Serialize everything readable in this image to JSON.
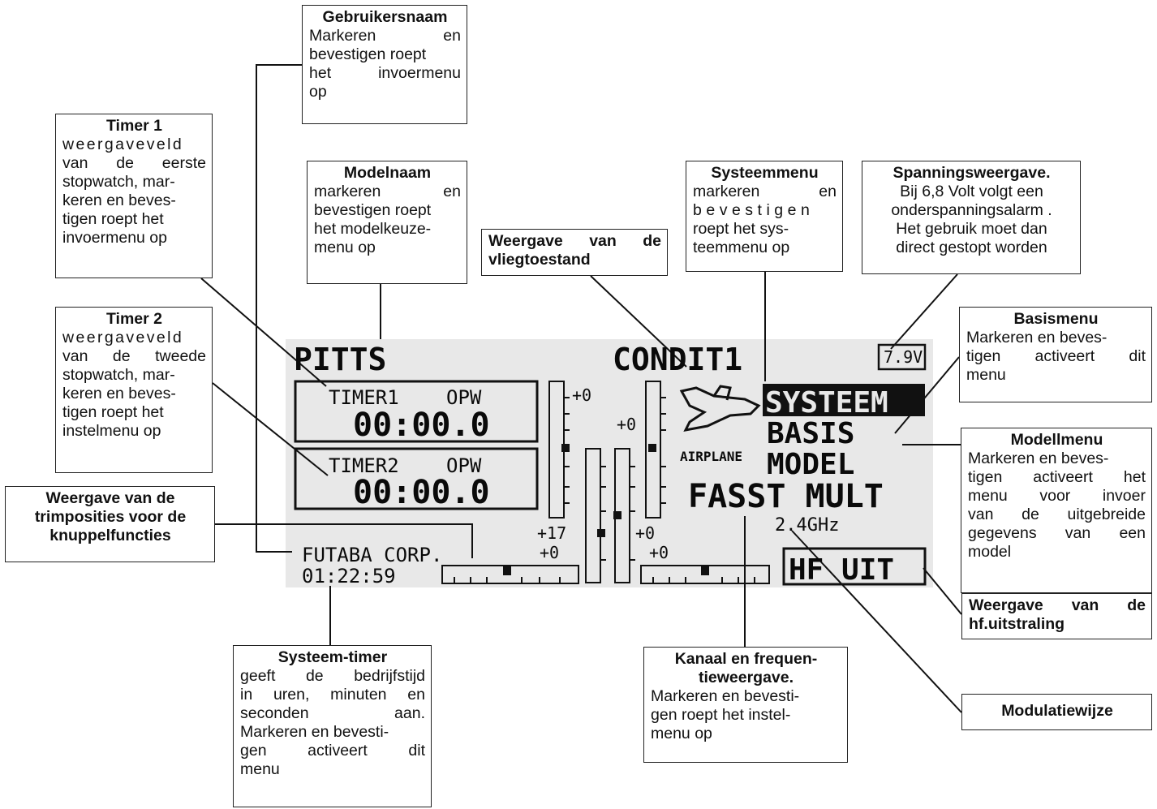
{
  "lcd": {
    "model_name": "PITTS",
    "condition": "CONDIT1",
    "voltage": "7.9V",
    "timer1_label": "TIMER1",
    "timer1_mode": "OPW",
    "timer1_value": "00:00.0",
    "timer2_label": "TIMER2",
    "timer2_mode": "OPW",
    "timer2_value": "00:00.0",
    "user_name": "FUTABA CORP.",
    "system_timer": "01:22:59",
    "menu_systeem": "SYSTEEM",
    "menu_basis": "BASIS",
    "menu_model": "MODEL",
    "model_type": "AIRPLANE",
    "modulation": "FASST MULT",
    "frequency": "2.4GHz",
    "rf_status": "HF UIT",
    "trim_vals": {
      "t1": "+0",
      "t2": "+0",
      "t3": "+17",
      "t4": "+0",
      "t5": "+0",
      "t6": "+0"
    }
  },
  "callouts": {
    "gebruikersnaam": {
      "title": "Gebruikersnaam",
      "lines": [
        "Markeren en",
        "bevestigen roept",
        "het invoermenu",
        "op"
      ]
    },
    "timer1": {
      "title": "Timer 1",
      "lines": [
        "weergaveveld",
        "van de eerste",
        "stopwatch, mar-",
        "keren en beves-",
        "tigen roept het",
        "invoermenu op"
      ]
    },
    "modelnaam": {
      "title": "Modelnaam",
      "lines": [
        "markeren en",
        "bevestigen roept",
        "het modelkeuze-",
        "menu op"
      ]
    },
    "vliegtoestand": {
      "lines": [
        "Weergave van de",
        "vliegtoestand"
      ]
    },
    "systeemmenu": {
      "title": "Systeemmenu",
      "lines": [
        "markeren en",
        "bevestigen",
        "roept het sys-",
        "teemmenu op"
      ]
    },
    "spanning": {
      "title": "Spanningsweergave.",
      "lines": [
        "Bij 6,8 Volt volgt een",
        "onderspanningsalarm .",
        "Het gebruik moet dan",
        "direct gestopt worden"
      ]
    },
    "timer2": {
      "title": "Timer 2",
      "lines": [
        "weergaveveld",
        "van de tweede",
        "stopwatch, mar-",
        "keren en beves-",
        "tigen roept het",
        "instelmenu op"
      ]
    },
    "basismenu": {
      "title": "Basismenu",
      "lines": [
        "Markeren en beves-",
        "tigen activeert dit",
        "menu"
      ]
    },
    "modellmenu": {
      "title": "Modellmenu",
      "lines": [
        "Markeren en beves-",
        "tigen activeert het",
        "menu voor invoer",
        "van de uitgebreide",
        "gegevens van een",
        "model"
      ]
    },
    "trimposities": {
      "lines": [
        "Weergave van de",
        "trimposities voor de",
        "knuppelfuncties"
      ]
    },
    "systeemtimer": {
      "title": "Systeem-timer",
      "lines": [
        "geeft de bedrijfstijd",
        "in uren, minuten en",
        "seconden aan.",
        "Markeren en bevesti-",
        "gen activeert dit",
        "menu"
      ]
    },
    "kanaal": {
      "title": "Kanaal en frequen-",
      "title2": "tieweergave.",
      "lines": [
        "Markeren en bevesti-",
        "gen roept het instel-",
        "menu op"
      ]
    },
    "hf": {
      "lines": [
        "Weergave van de",
        "hf.uitstraling"
      ]
    },
    "modulatie": {
      "lines": [
        "Modulatiewijze"
      ]
    }
  }
}
